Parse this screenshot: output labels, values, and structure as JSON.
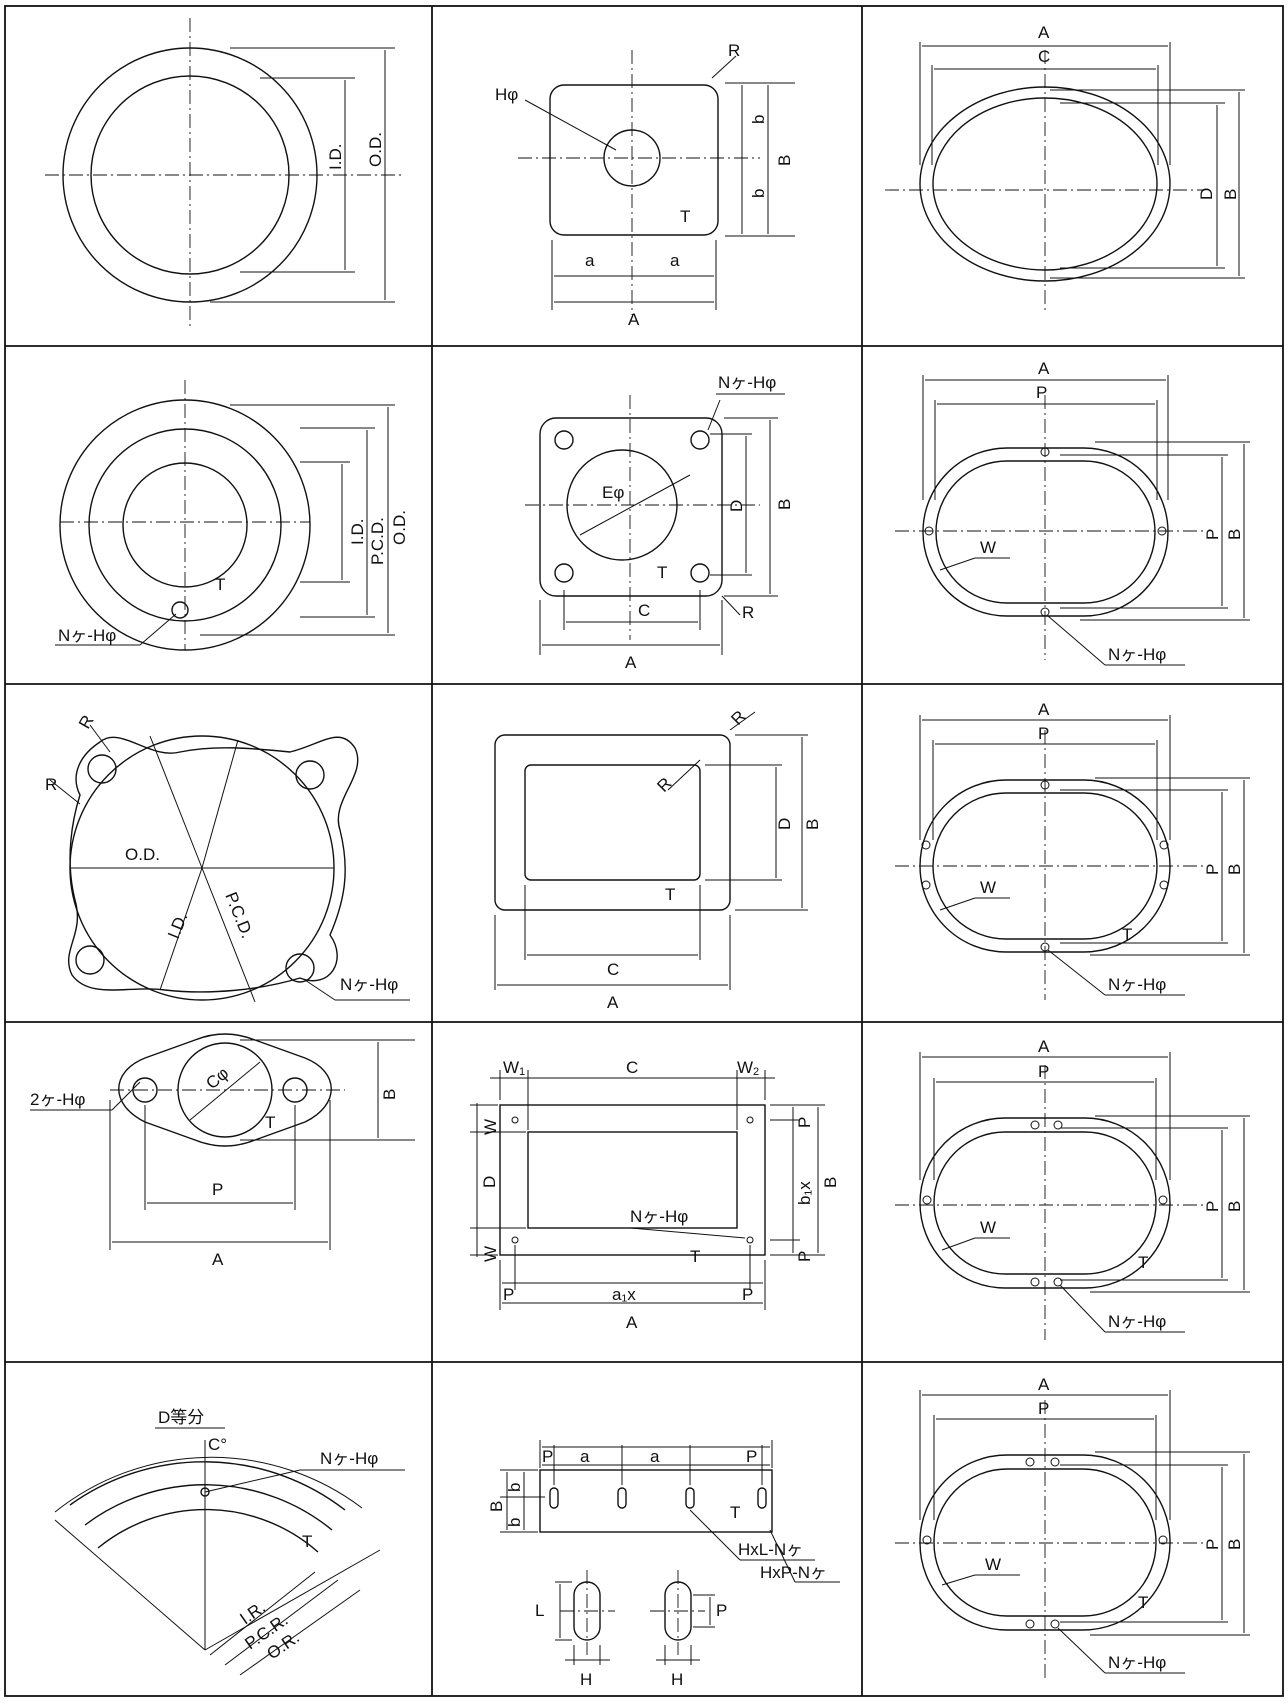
{
  "labels": {
    "od": "O.D.",
    "id": "I.D.",
    "pcd": "P.C.D.",
    "a": "A",
    "b": "B",
    "c": "C",
    "d": "D",
    "t": "T",
    "r": "R",
    "p": "P",
    "p1": "P",
    "p2": "P",
    "p3": "P",
    "p4": "P",
    "w": "W",
    "w1": "W",
    "w2": "W",
    "w3": "W",
    "w4": "W",
    "h_phi": "Hφ",
    "e_phi": "Eφ",
    "c_phi": "Cφ",
    "n_holes": "Nヶ-Hφ",
    "two_holes": "2ヶ-Hφ",
    "a1": "a",
    "a2": "a",
    "b1": "b",
    "b2": "b",
    "a1x": "a₁x",
    "b1x": "b₁x",
    "d_toubun": "D等分",
    "c_deg": "C°",
    "ir": "I.R.",
    "pcr": "P.C.R.",
    "or": "O.R.",
    "hxl": "HxL-Nヶ",
    "hxp": "HxP-Nヶ",
    "l": "L",
    "h": "H"
  }
}
